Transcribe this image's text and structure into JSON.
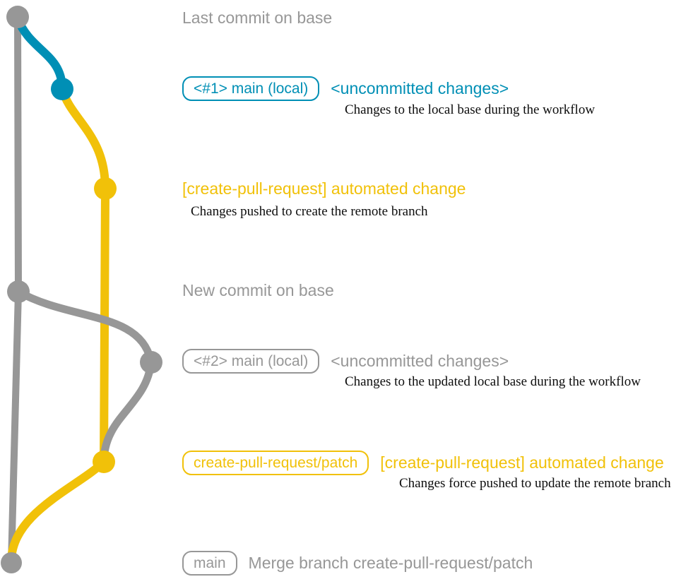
{
  "colors": {
    "gray": "#979797",
    "blue": "#008fb5",
    "yellow": "#f1c109",
    "note": "#0d0d0d",
    "background": "#ffffff"
  },
  "graph": {
    "branches": [
      {
        "name": "base",
        "color": "gray"
      },
      {
        "name": "main (local)",
        "color": "blue"
      },
      {
        "name": "create-pull-request/patch",
        "color": "yellow"
      }
    ]
  },
  "rows": [
    {
      "color": "gray",
      "message": "Last commit on base"
    },
    {
      "color": "blue",
      "label": "<#1> main (local)",
      "message": "<uncommitted changes>",
      "note": "Changes to the local base during the workflow"
    },
    {
      "color": "yellow",
      "message": "[create-pull-request] automated change",
      "note": "Changes pushed to create the remote branch"
    },
    {
      "color": "gray",
      "message": "New commit on base"
    },
    {
      "color": "gray",
      "label": "<#2> main (local)",
      "message": "<uncommitted changes>",
      "note": "Changes to the updated local base during the workflow"
    },
    {
      "color": "yellow",
      "label": "create-pull-request/patch",
      "message": "[create-pull-request] automated change",
      "note": "Changes force pushed to update the remote branch"
    },
    {
      "color": "gray",
      "label": "main",
      "message": "Merge branch create-pull-request/patch"
    }
  ]
}
